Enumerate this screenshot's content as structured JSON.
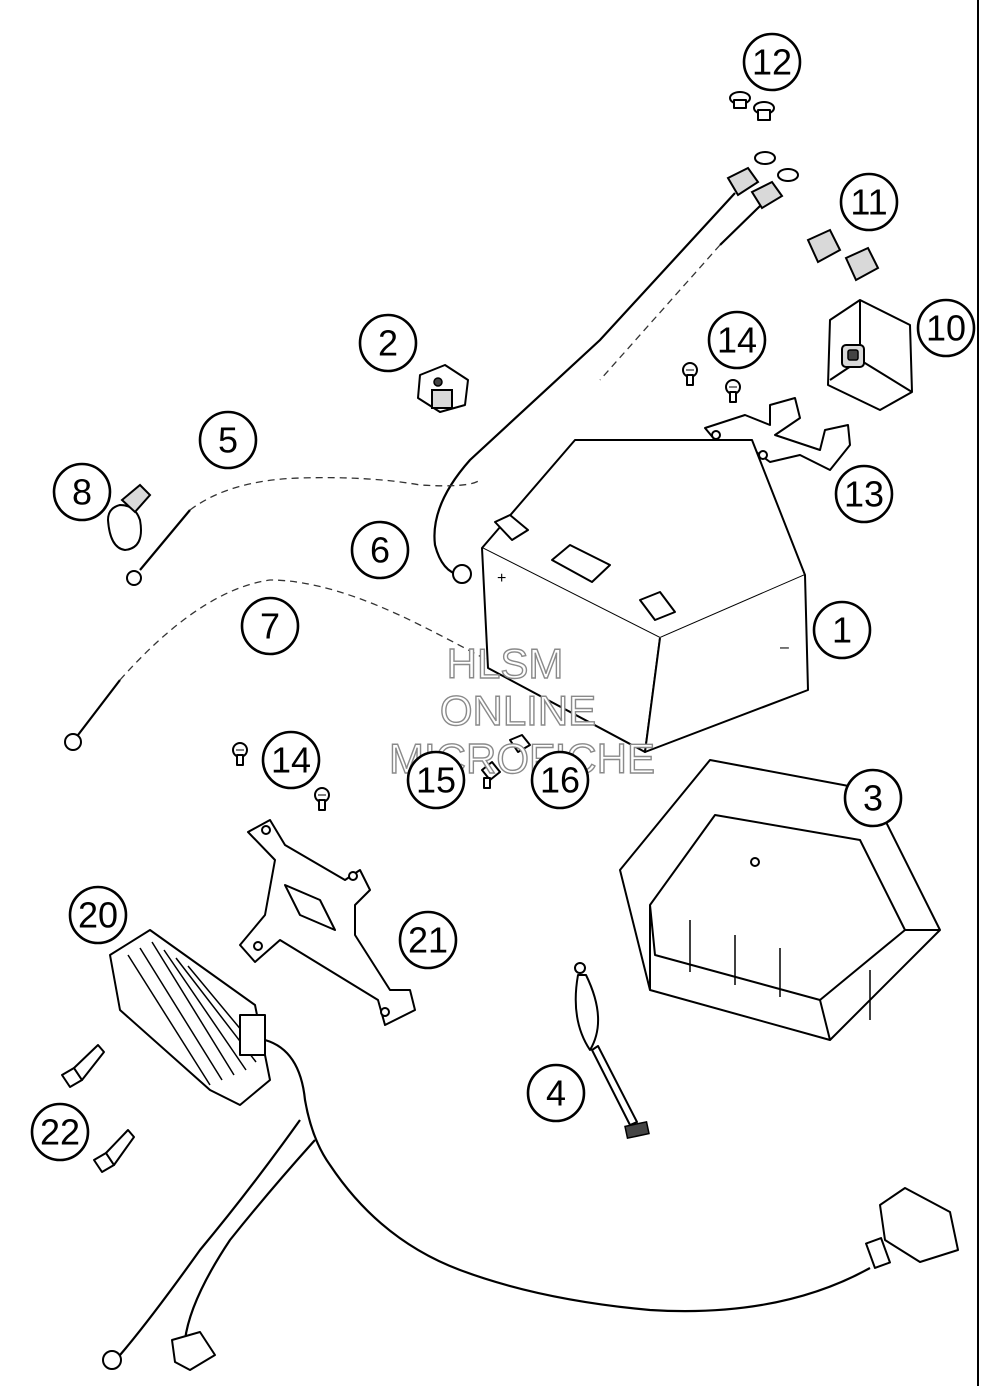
{
  "callouts": {
    "c1": "1",
    "c2": "2",
    "c3": "3",
    "c4": "4",
    "c5": "5",
    "c6": "6",
    "c7": "7",
    "c8": "8",
    "c10": "10",
    "c11": "11",
    "c12": "12",
    "c13": "13",
    "c14a": "14",
    "c14b": "14",
    "c15": "15",
    "c16": "16",
    "c20": "20",
    "c21": "21",
    "c22": "22"
  },
  "watermark": {
    "line1": "HLSM",
    "line2": "ONLINE",
    "line3": "MICROFICHE"
  },
  "battery": {
    "plus": "+",
    "minus": "–"
  }
}
